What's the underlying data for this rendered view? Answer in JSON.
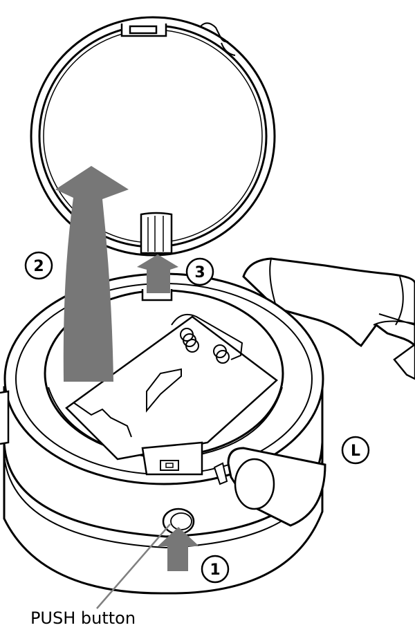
{
  "callouts": {
    "step1": "1",
    "step2": "2",
    "step3": "3",
    "side": "L",
    "push_button": "PUSH button"
  },
  "colors": {
    "line": "#000000",
    "arrow": "#777777",
    "leader": "#808080",
    "background": "#ffffff"
  }
}
